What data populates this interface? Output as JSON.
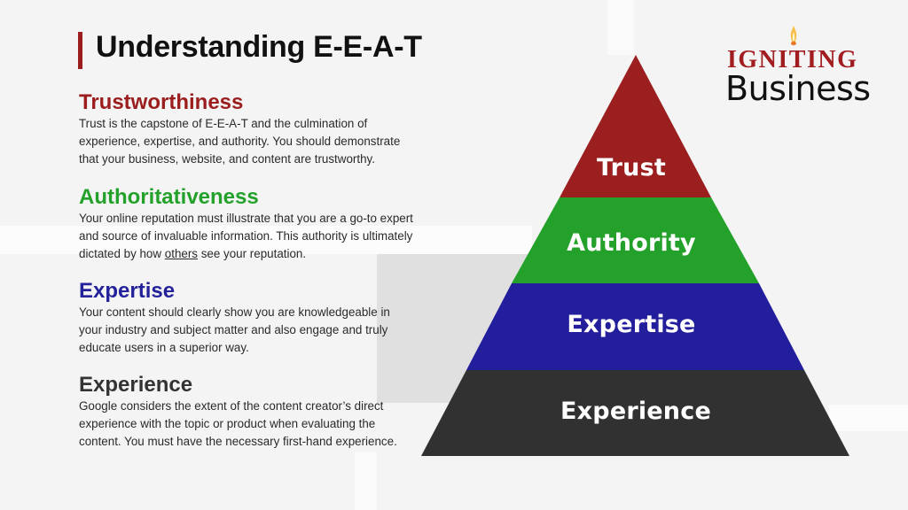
{
  "header": {
    "title": "Understanding E-E-A-T"
  },
  "logo": {
    "line1": "IGNITING",
    "line2": "Business",
    "accent_color": "#a11d20"
  },
  "sections": [
    {
      "heading": "Trustworthiness",
      "color": "#9b1d1d",
      "body": "Trust is the capstone of E-E-A-T and the culmination of experience, expertise, and authority. You should demonstrate that your business, website, and content are trustworthy."
    },
    {
      "heading": "Authoritativeness",
      "color": "#23a12a",
      "body_before": "Your online reputation must illustrate that you are a go-to expert and source of invaluable information. This authority is ultimately dictated by how ",
      "body_underlined": "others",
      "body_after": " see your reputation."
    },
    {
      "heading": "Expertise",
      "color": "#24229b",
      "body": "Your content should clearly show you are knowledgeable in your industry and subject matter and also engage and truly educate users in a superior way."
    },
    {
      "heading": "Experience",
      "color": "#333333",
      "body": "Google considers the extent of the content creator’s direct experience with the topic or product when evaluating the content. You must have the necessary first-hand experience."
    }
  ],
  "pyramid": {
    "tiers": [
      {
        "label": "Trust",
        "color": "#9b1f1f"
      },
      {
        "label": "Authority",
        "color": "#23a12a"
      },
      {
        "label": "Expertise",
        "color": "#231e9c"
      },
      {
        "label": "Experience",
        "color": "#313131"
      }
    ]
  }
}
